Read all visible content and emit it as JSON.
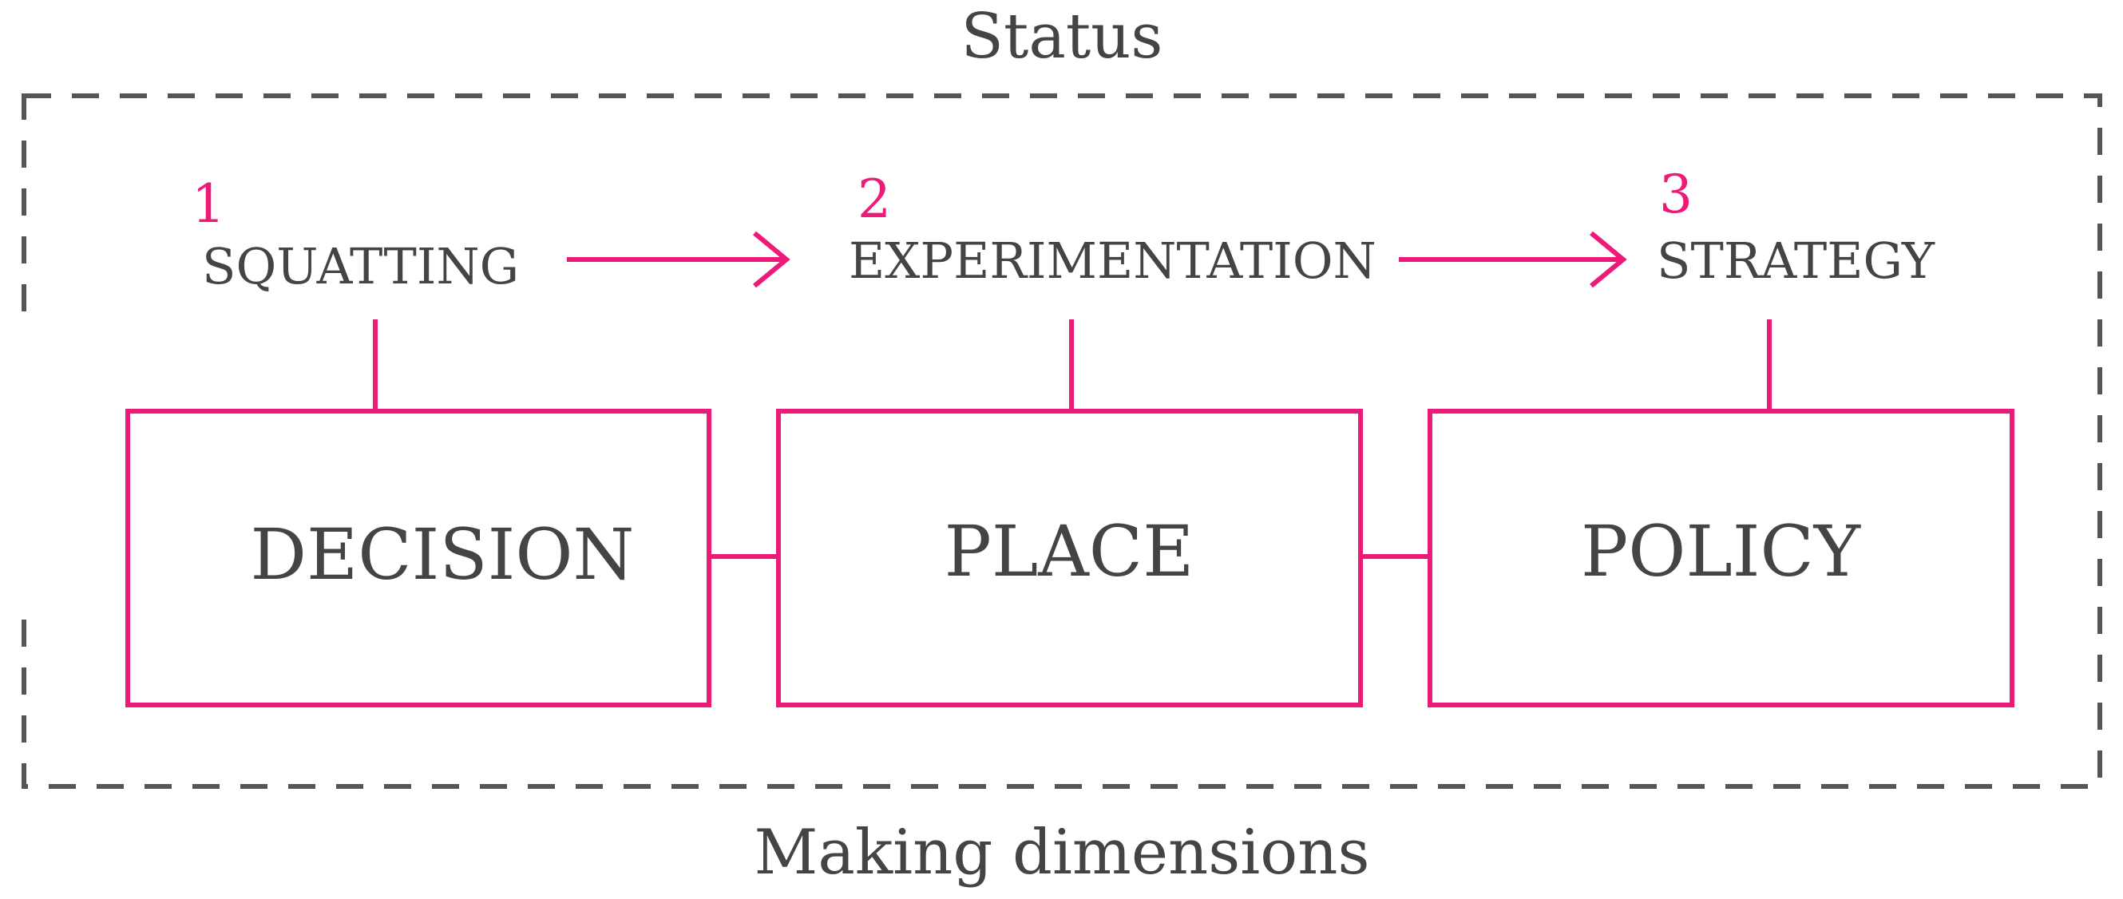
{
  "frame": {
    "top_label": "Status",
    "bottom_label": "Making dimensions"
  },
  "stages": [
    {
      "number": "1",
      "label": "SQUATTING"
    },
    {
      "number": "2",
      "label": "EXPERIMENTATION"
    },
    {
      "number": "3",
      "label": "STRATEGY"
    }
  ],
  "boxes": [
    {
      "label": "DECISION"
    },
    {
      "label": "PLACE"
    },
    {
      "label": "POLICY"
    }
  ],
  "colors": {
    "accent": "#ee1a78",
    "text": "#444444",
    "frame": "#555555"
  }
}
